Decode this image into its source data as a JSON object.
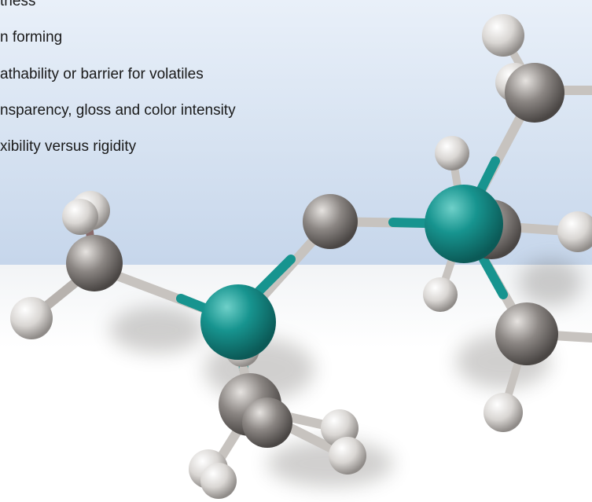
{
  "slide": {
    "bullets": [
      "tness",
      "n forming",
      "athability or barrier for volatiles",
      "nsparency, gloss and color intensity",
      "xibility versus rigidity"
    ]
  },
  "molecule": {
    "atom_colors": {
      "silicon": "#17948f",
      "carbon": "#8b8683",
      "hydrogen": "#d9d6d3",
      "bond": "#c7c3bf"
    }
  }
}
